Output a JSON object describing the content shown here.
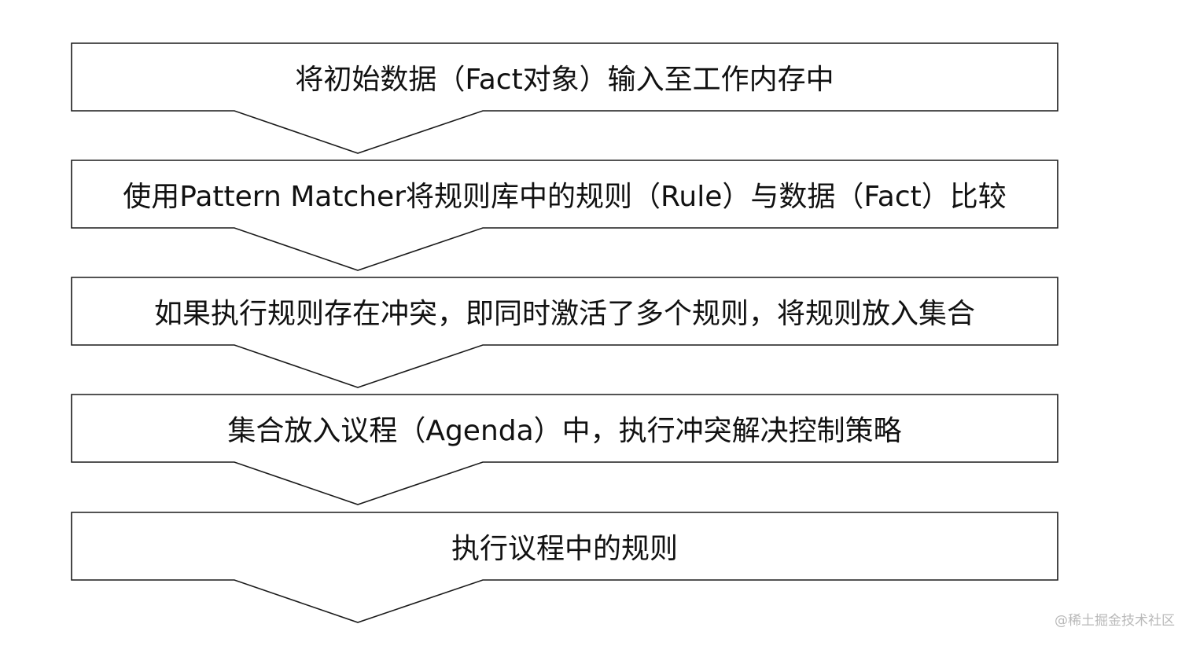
{
  "steps": [
    {
      "text": "将初始数据（Fact对象）输入至工作内存中"
    },
    {
      "text": "使用Pattern Matcher将规则库中的规则（Rule）与数据（Fact）比较"
    },
    {
      "text": "如果执行规则存在冲突，即同时激活了多个规则，将规则放入集合"
    },
    {
      "text": "集合放入议程（Agenda）中，执行冲突解决控制策略"
    },
    {
      "text": "执行议程中的规则"
    }
  ],
  "watermark": "@稀土掘金技术社区",
  "colors": {
    "stroke": "#1a1a1a",
    "text": "#111111",
    "background": "#ffffff",
    "watermark": "#b9b9b9"
  }
}
